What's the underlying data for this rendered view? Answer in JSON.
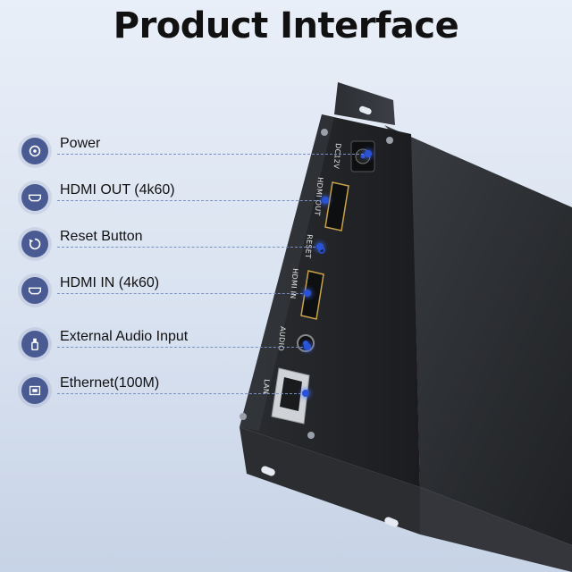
{
  "title": "Product Interface",
  "colors": {
    "accent": "#4a5a93",
    "dot": "#2a52d6",
    "device": "#2d2f33"
  },
  "ports": [
    {
      "label": "Power",
      "icon": "power-icon"
    },
    {
      "label": "HDMI OUT (4k60)",
      "icon": "hdmi-icon"
    },
    {
      "label": "Reset Button",
      "icon": "reset-icon"
    },
    {
      "label": "HDMI IN (4k60)",
      "icon": "hdmi-icon"
    },
    {
      "label": "External Audio Input",
      "icon": "audio-jack-icon"
    },
    {
      "label": "Ethernet(100M)",
      "icon": "ethernet-icon"
    }
  ],
  "device_labels": {
    "dc": "DC12V",
    "hdmi_out": "HDMI OUT",
    "reset": "RESET",
    "hdmi_in": "HDMI IN",
    "audio": "AUDIO",
    "lan": "LAN"
  }
}
